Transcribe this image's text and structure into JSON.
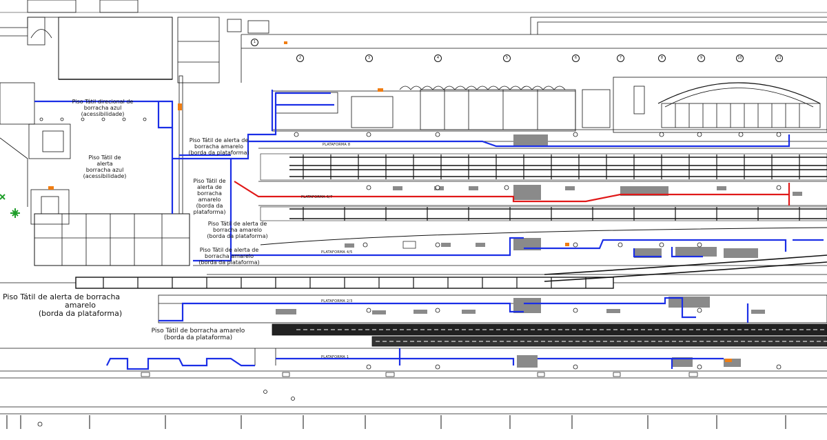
{
  "labels": {
    "piso_direcional_azul": [
      "Piso Tátil direcional de",
      "borracha azul",
      "(acessibilidade)"
    ],
    "piso_alerta_azul": [
      "Piso Tátil de",
      "alerta",
      "borracha azul",
      "(acessibilidade)"
    ],
    "piso_alerta_amarelo_1": [
      "Piso Tátil de alerta de",
      "borracha amarelo",
      "(borda da plataforma)"
    ],
    "piso_alerta_amarelo_2": [
      "Piso Tátil de",
      "alerta de",
      "borracha amarelo",
      "(borda da",
      "plataforma)"
    ],
    "piso_alerta_amarelo_3": [
      "Piso Tátil de alerta de",
      "borracha amarelo",
      "(borda da plataforma)"
    ],
    "piso_alerta_amarelo_4": [
      "Piso Tátil de alerta de",
      "borracha amarelo",
      "(borda da plataforma)"
    ],
    "piso_alerta_amarelo_5": [
      "Piso Tátil de alerta de borracha",
      "amarelo",
      "(borda da plataforma)"
    ],
    "piso_amarelo_6": [
      "Piso Tátil de borracha amarelo",
      "(borda da plataforma)"
    ]
  },
  "platforms": {
    "p8": "PLATAFORMA 8",
    "p67": "PLATAFORMA 6/7",
    "p45": "PLATAFORMA 4/5",
    "p23": "PLATAFORMA 2/3",
    "p1": "PLATAFORMA 1"
  },
  "axes": [
    "1",
    "2",
    "3",
    "4",
    "5",
    "6",
    "7",
    "8",
    "9",
    "10",
    "11"
  ],
  "colors": {
    "tactile_blue": "#1a2ee6",
    "tactile_red": "#e01818",
    "linework": "#111111",
    "accent_orange": "#f07d12",
    "green": "#1f9e2a"
  }
}
